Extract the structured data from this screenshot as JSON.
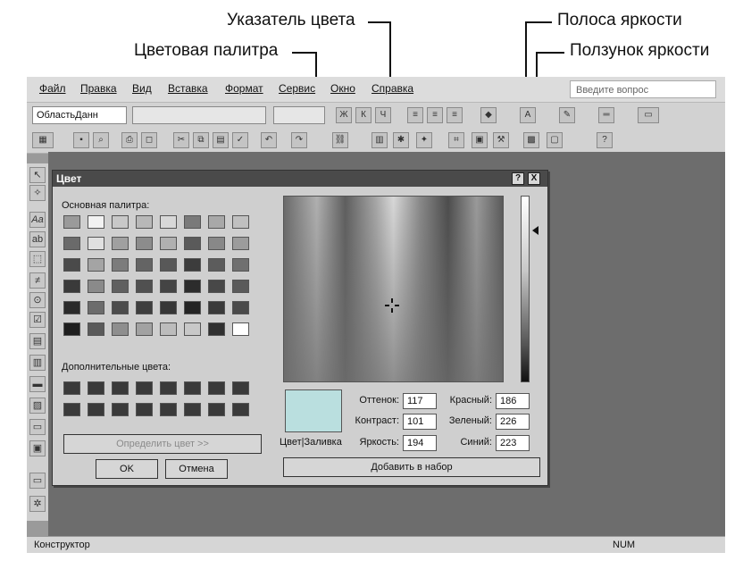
{
  "callouts": {
    "color_pointer": "Указатель цвета",
    "luminance_bar": "Полоса яркости",
    "color_palette": "Цветовая палитра",
    "luminance_slider": "Ползунок яркости"
  },
  "menu": [
    "Файл",
    "Правка",
    "Вид",
    "Вставка",
    "Формат",
    "Сервис",
    "Окно",
    "Справка"
  ],
  "ask_placeholder": "Введите вопрос",
  "toolbar": {
    "object_combo": "ОбластьДанн"
  },
  "statusbar": {
    "left": "Конструктор",
    "right": "NUM"
  },
  "dialog": {
    "title": "Цвет",
    "help_btn": "?",
    "close_btn": "X",
    "basic_colors_label": "Основная палитра:",
    "custom_colors_label": "Дополнительные цвета:",
    "define_custom_button": "Определить цвет >>",
    "ok_button": "OK",
    "cancel_button": "Отмена",
    "color_solid_label": "Цвет|Заливка",
    "add_custom_button": "Добавить в набор",
    "fields": {
      "hue_label": "Оттенок:",
      "hue": "117",
      "sat_label": "Контраст:",
      "sat": "101",
      "lum_label": "Яркость:",
      "lum": "194",
      "red_label": "Красный:",
      "red": "186",
      "green_label": "Зеленый:",
      "green": "226",
      "blue_label": "Синий:",
      "blue": "223"
    },
    "selected_color": "#badfdf",
    "basic_colors": [
      [
        "#9a9a9a",
        "#f2f2f2",
        "#c8c8c8",
        "#b8b8b8",
        "#d8d8d8",
        "#7a7a7a",
        "#a8a8a8",
        "#c0c0c0"
      ],
      [
        "#6a6a6a",
        "#e0e0e0",
        "#a0a0a0",
        "#8c8c8c",
        "#b0b0b0",
        "#5a5a5a",
        "#888888",
        "#9c9c9c"
      ],
      [
        "#4a4a4a",
        "#a4a4a4",
        "#7c7c7c",
        "#646464",
        "#585858",
        "#3c3c3c",
        "#5c5c5c",
        "#707070"
      ],
      [
        "#3a3a3a",
        "#8a8a8a",
        "#606060",
        "#505050",
        "#444444",
        "#2c2c2c",
        "#484848",
        "#5a5a5a"
      ],
      [
        "#2a2a2a",
        "#6c6c6c",
        "#4c4c4c",
        "#3e3e3e",
        "#363636",
        "#242424",
        "#3a3a3a",
        "#4a4a4a"
      ],
      [
        "#1e1e1e",
        "#5a5a5a",
        "#8e8e8e",
        "#a2a2a2",
        "#bcbcbc",
        "#c8c8c8",
        "#303030",
        "#ffffff"
      ]
    ],
    "custom_colors": [
      [
        "#3a3a3a",
        "#3a3a3a",
        "#3a3a3a",
        "#3a3a3a",
        "#3a3a3a",
        "#3a3a3a",
        "#3a3a3a",
        "#3a3a3a"
      ],
      [
        "#3a3a3a",
        "#3a3a3a",
        "#3a3a3a",
        "#3a3a3a",
        "#3a3a3a",
        "#3a3a3a",
        "#3a3a3a",
        "#3a3a3a"
      ]
    ]
  }
}
